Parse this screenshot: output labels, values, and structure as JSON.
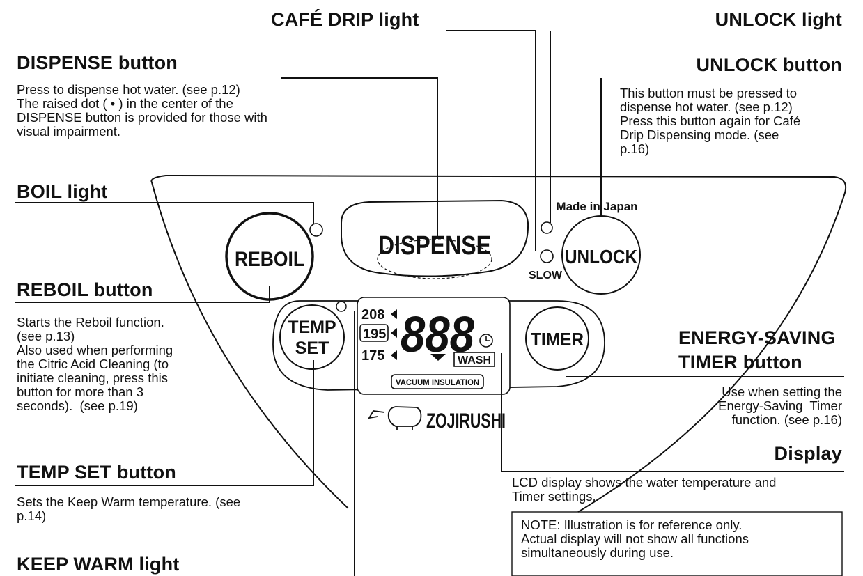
{
  "callouts": {
    "cafe_drip_light": {
      "title": "CAFÉ DRIP light"
    },
    "unlock_light": {
      "title": "UNLOCK light"
    },
    "dispense_button": {
      "title": "DISPENSE button",
      "desc": "Press to dispense hot water. (see p.12)\nThe raised dot ( • ) in the center of the\nDISPENSE button is provided for those with\nvisual impairment."
    },
    "unlock_button": {
      "title": "UNLOCK button",
      "desc": "This button must be pressed to\ndispense hot water. (see p.12)\nPress this button again for Café\nDrip Dispensing mode. (see\np.16)"
    },
    "boil_light": {
      "title": "BOIL light"
    },
    "reboil_button": {
      "title": "REBOIL button",
      "desc": "Starts the Reboil function.\n(see p.13)\nAlso used when performing\nthe Citric Acid Cleaning (to\ninitiate cleaning, press this\nbutton for more than 3\nseconds).  (see p.19)"
    },
    "energy_saving_timer_button": {
      "title_line1": "ENERGY-SAVING",
      "title_line2": "TIMER button",
      "desc": "Use when setting the\nEnergy-Saving  Timer\nfunction. (see p.16)"
    },
    "display": {
      "title": "Display",
      "desc": "LCD display shows the water temperature and\nTimer settings."
    },
    "temp_set_button": {
      "title": "TEMP SET button",
      "desc": "Sets the Keep Warm temperature. (see\np.14)"
    },
    "keep_warm_light": {
      "title": "KEEP WARM light"
    }
  },
  "note": "NOTE: Illustration is for reference only.\nActual display will not show all functions\nsimultaneously during use.",
  "panel": {
    "made_in": "Made in Japan",
    "dispense_label": "DISPENSE",
    "reboil_label": "REBOIL",
    "unlock_label": "UNLOCK",
    "slow_label": "SLOW",
    "temp_label_1": "TEMP",
    "temp_label_2": "SET",
    "timer_label": "TIMER",
    "temps": [
      "208",
      "195",
      "175"
    ],
    "lcd_digits": "888",
    "wash_label": "WASH",
    "vacuum_label": "VACUUM INSULATION",
    "brand": "ZOJIRUSHI"
  }
}
